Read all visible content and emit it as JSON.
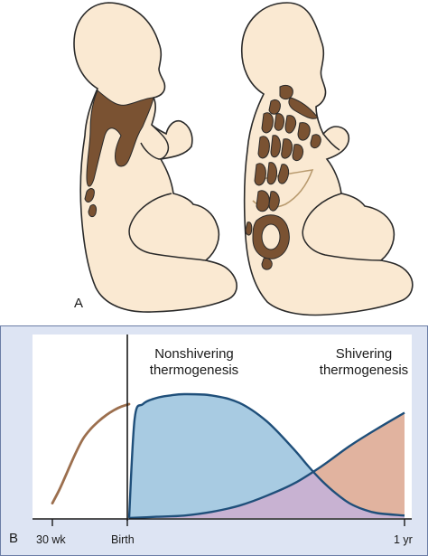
{
  "panel_a": {
    "label": "A",
    "colors": {
      "body_fill": "#fae9d2",
      "outline": "#2a2a2a",
      "brown_fat": "#7a5232"
    }
  },
  "panel_b": {
    "label": "B",
    "labels": {
      "nonshivering_line1": "Nonshivering",
      "nonshivering_line2": "thermogenesis",
      "shivering_line1": "Shivering",
      "shivering_line2": "thermogenesis"
    },
    "colors": {
      "background": "#dde4f3",
      "plot_background": "#ffffff",
      "nonshivering_fill": "#a8cbe2",
      "shivering_fill": "#e1b39f",
      "overlap_fill": "#c8b2d2",
      "prenatal_curve": "#9c6f4e",
      "curve": "#1f4f7a",
      "axis": "#1a1a1a"
    }
  },
  "chart_data": {
    "type": "area",
    "categories": [
      "30 wk",
      "Birth",
      "1 yr"
    ],
    "title": "",
    "xlabel": "",
    "ylabel": "",
    "grid": false,
    "ylim": [
      0,
      1
    ],
    "prenatal": {
      "x": [
        0,
        0.1,
        0.2,
        0.3,
        0.4,
        0.5,
        0.6,
        0.7,
        0.8,
        0.9,
        1.0
      ],
      "y": [
        0.12,
        0.24,
        0.38,
        0.52,
        0.64,
        0.72,
        0.78,
        0.83,
        0.87,
        0.9,
        0.92
      ]
    },
    "series": [
      {
        "name": "Nonshivering thermogenesis",
        "x": [
          1.0,
          1.02,
          1.05,
          1.1,
          1.15,
          1.2,
          1.3,
          1.4,
          1.5,
          1.6,
          1.65,
          1.7,
          1.75,
          1.8,
          1.85,
          1.9,
          2.0
        ],
        "y": [
          0.0,
          0.8,
          0.92,
          0.97,
          0.99,
          1.0,
          0.99,
          0.93,
          0.78,
          0.55,
          0.42,
          0.3,
          0.2,
          0.12,
          0.07,
          0.04,
          0.02
        ]
      },
      {
        "name": "Shivering thermogenesis",
        "x": [
          1.0,
          1.1,
          1.2,
          1.3,
          1.4,
          1.5,
          1.6,
          1.7,
          1.8,
          1.9,
          2.0
        ],
        "y": [
          0.0,
          0.01,
          0.02,
          0.05,
          0.1,
          0.18,
          0.28,
          0.42,
          0.58,
          0.72,
          0.85
        ]
      }
    ]
  }
}
